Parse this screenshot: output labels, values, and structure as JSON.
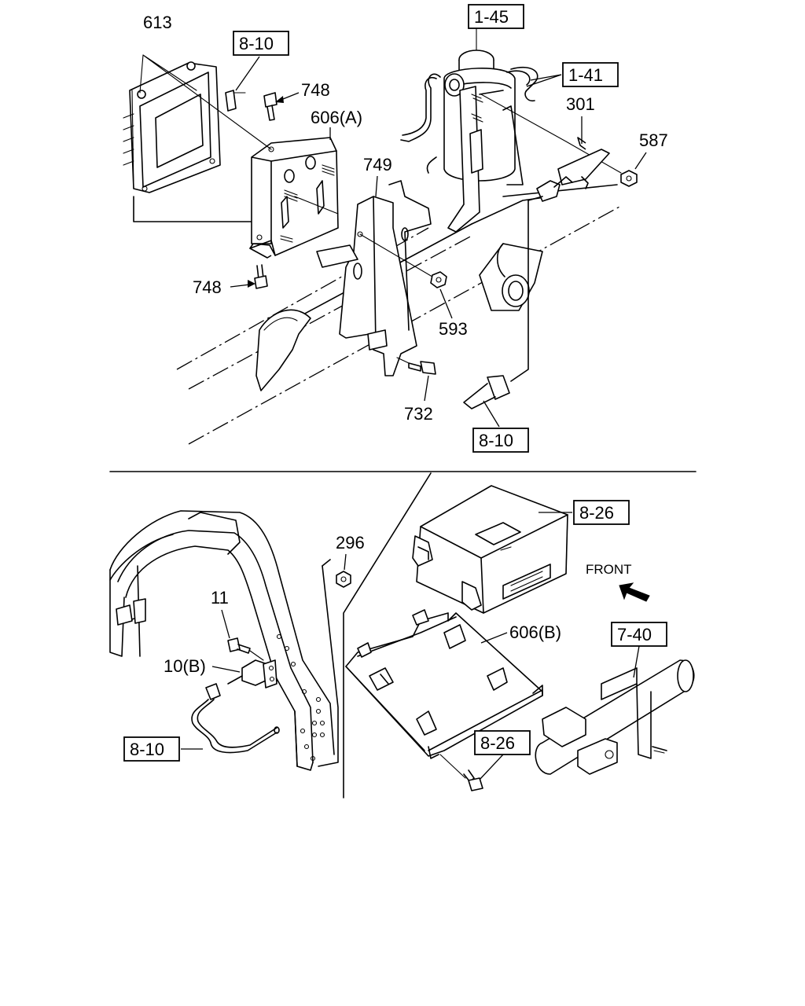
{
  "labels": {
    "p613": "613",
    "ref_810_top": "8-10",
    "p748_upper": "748",
    "p606a": "606(A)",
    "ref_145": "1-45",
    "ref_141": "1-41",
    "p301": "301",
    "p587": "587",
    "p749": "749",
    "p748_lower": "748",
    "p593": "593",
    "p732": "732",
    "ref_810_mid": "8-10",
    "ref_826_top": "8-26",
    "p296": "296",
    "front": "FRONT",
    "p11": "11",
    "p10b": "10(B)",
    "p606b": "606(B)",
    "ref_740": "7-40",
    "ref_810_bottom": "8-10",
    "ref_826_bottom": "8-26"
  }
}
